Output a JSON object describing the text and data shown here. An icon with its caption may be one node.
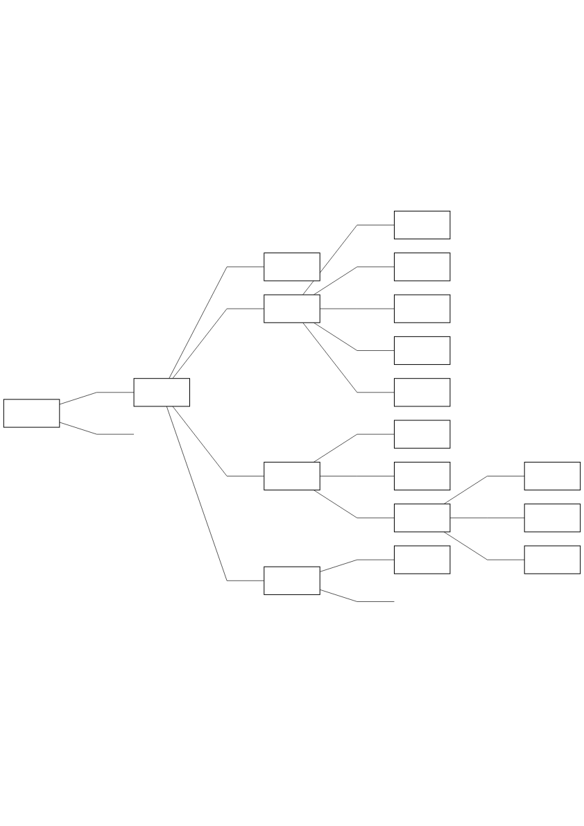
{
  "diagram": {
    "nodes": [
      {
        "text": [],
        "shape": "box"
      },
      {
        "text": [],
        "shape": "box"
      },
      {
        "text": [],
        "shape": "box"
      },
      {
        "text": [],
        "shape": "box"
      },
      {
        "text": [],
        "shape": "box"
      },
      {
        "text": [],
        "shape": "box"
      },
      {
        "text": [],
        "shape": "box"
      },
      {
        "text": [],
        "shape": "box"
      },
      {
        "text": [],
        "shape": "box"
      },
      {
        "text": [],
        "shape": "box"
      },
      {
        "text": [],
        "shape": "box"
      },
      {
        "text": [],
        "shape": "box"
      },
      {
        "text": [],
        "shape": "box"
      },
      {
        "text": [],
        "shape": "box"
      },
      {
        "text": [],
        "shape": "box"
      },
      {
        "text": [],
        "shape": "box"
      },
      {
        "text": [],
        "shape": "box"
      },
      {
        "text": [],
        "shape": "box"
      }
    ],
    "edges": [
      {
        "from": 0,
        "to": 1,
        "arrow": "none"
      },
      {
        "from": 0,
        "to": null,
        "arrow": "none"
      },
      {
        "from": 1,
        "to": 2,
        "arrow": "none"
      },
      {
        "from": 1,
        "to": 3,
        "arrow": "none"
      },
      {
        "from": 1,
        "to": 9,
        "arrow": "none"
      },
      {
        "from": 1,
        "to": 16,
        "arrow": "none"
      },
      {
        "from": 3,
        "to": 4,
        "arrow": "none"
      },
      {
        "from": 3,
        "to": 5,
        "arrow": "none"
      },
      {
        "from": 3,
        "to": 6,
        "arrow": "none"
      },
      {
        "from": 3,
        "to": 7,
        "arrow": "none"
      },
      {
        "from": 3,
        "to": 8,
        "arrow": "none"
      },
      {
        "from": 9,
        "to": 10,
        "arrow": "none"
      },
      {
        "from": 9,
        "to": 11,
        "arrow": "none"
      },
      {
        "from": 9,
        "to": 12,
        "arrow": "none"
      },
      {
        "from": 12,
        "to": 13,
        "arrow": "none"
      },
      {
        "from": 12,
        "to": 14,
        "arrow": "none"
      },
      {
        "from": 12,
        "to": 15,
        "arrow": "none"
      },
      {
        "from": 16,
        "to": 17,
        "arrow": "none"
      },
      {
        "from": 16,
        "to": null,
        "arrow": "none"
      }
    ]
  }
}
